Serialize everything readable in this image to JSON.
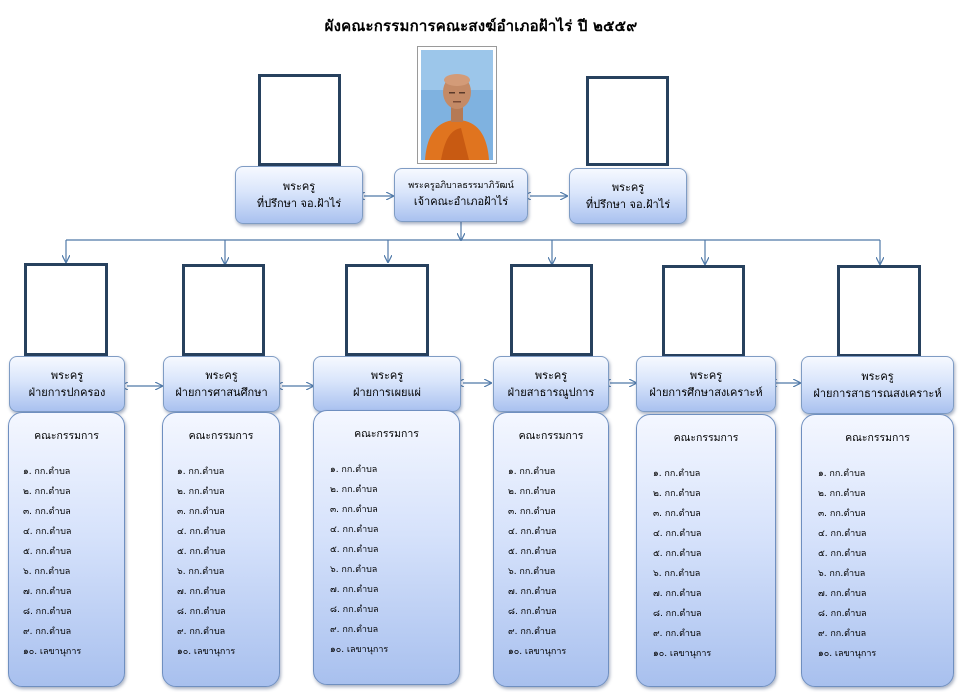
{
  "title": "ผังคณะกรรมการคณะสงฆ์อำเภอฝ้าไร่ ปี ๒๕๕๙",
  "leader": {
    "line1": "พระครูอภิบาลธรรมาภิวัฒน์",
    "line2": "เจ้าคณะอำเภอฝ้าไร่"
  },
  "advisors": [
    {
      "line1": "พระครู",
      "line2": "ที่ปรึกษา จอ.ฝ้าไร่"
    },
    {
      "line1": "พระครู",
      "line2": "ที่ปรึกษา จอ.ฝ้าไร่"
    }
  ],
  "committee_title": "คณะกรรมการ",
  "departments": [
    {
      "line1": "พระครู",
      "line2": "ฝ่ายการปกครอง"
    },
    {
      "line1": "พระครู",
      "line2": "ฝ่ายการศาสนศึกษา"
    },
    {
      "line1": "พระครู",
      "line2": "ฝ่ายการเผยแผ่"
    },
    {
      "line1": "พระครู",
      "line2": "ฝ่ายสาธารณูปการ"
    },
    {
      "line1": "พระครู",
      "line2": "ฝ่ายการศึกษาสงเคราะห์"
    },
    {
      "line1": "พระครู",
      "line2": "ฝ่ายการสาธารณสงเคราะห์"
    }
  ],
  "members": [
    "๑. กก.ตำบล",
    "๒. กก.ตำบล",
    "๓. กก.ตำบล",
    "๔. กก.ตำบล",
    "๕. กก.ตำบล",
    "๖. กก.ตำบล",
    "๗. กก.ตำบล",
    "๘. กก.ตำบล",
    "๙. กก.ตำบล",
    "๑๐. เลขานุการ"
  ],
  "colors": {
    "connector": "#4f79a8",
    "frame": "#27415e",
    "robe": "#e0741f",
    "photo_bg": "#7fb2e0"
  }
}
